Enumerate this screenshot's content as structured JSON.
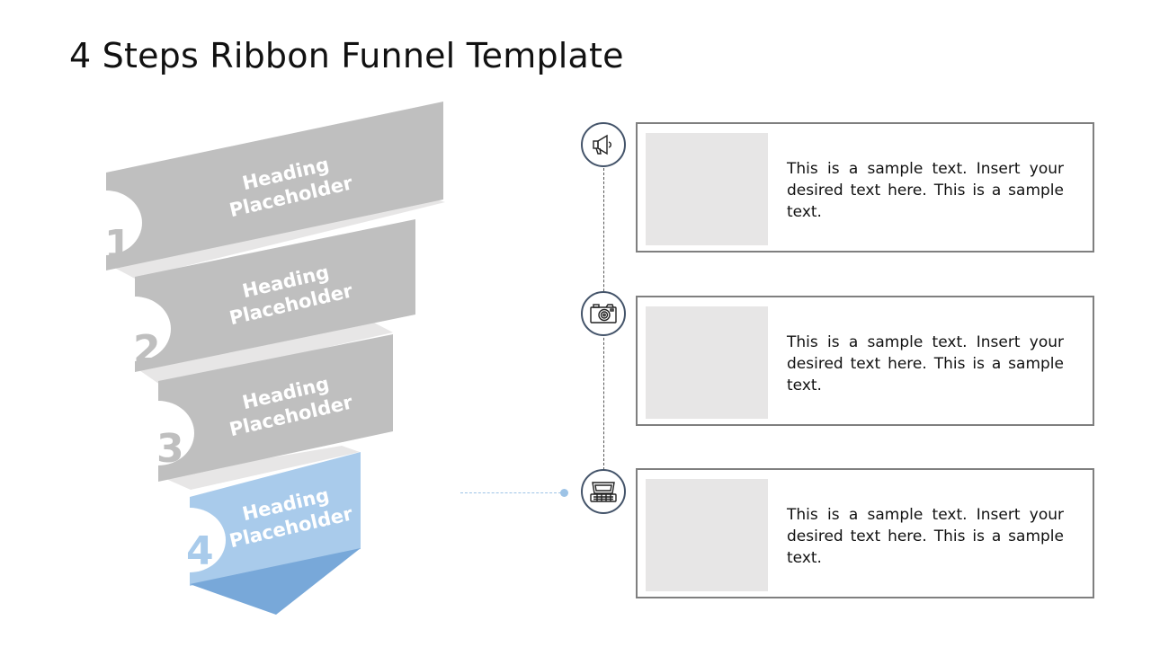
{
  "title": "4 Steps Ribbon Funnel Template",
  "steps": [
    {
      "number": "1",
      "heading_line1": "Heading",
      "heading_line2": "Placeholder"
    },
    {
      "number": "2",
      "heading_line1": "Heading",
      "heading_line2": "Placeholder"
    },
    {
      "number": "3",
      "heading_line1": "Heading",
      "heading_line2": "Placeholder"
    },
    {
      "number": "4",
      "heading_line1": "Heading",
      "heading_line2": "Placeholder"
    }
  ],
  "cards": [
    {
      "icon": "megaphone-icon",
      "text": "This is a sample text. Insert your desired text here. This is a sample text."
    },
    {
      "icon": "camera-icon",
      "text": "This is a sample text. Insert your desired text here. This is a sample text."
    },
    {
      "icon": "computer-icon",
      "text": "This is a sample text. Insert your desired text here. This is a sample text."
    }
  ],
  "colors": {
    "ribbon_gray": "#bfbfbf",
    "fold_gray": "#e7e6e6",
    "ribbon_blue": "#a9cbeb",
    "tip_blue": "#78a8d9",
    "icon_border": "#44546a",
    "card_border": "#7f7f7f"
  }
}
